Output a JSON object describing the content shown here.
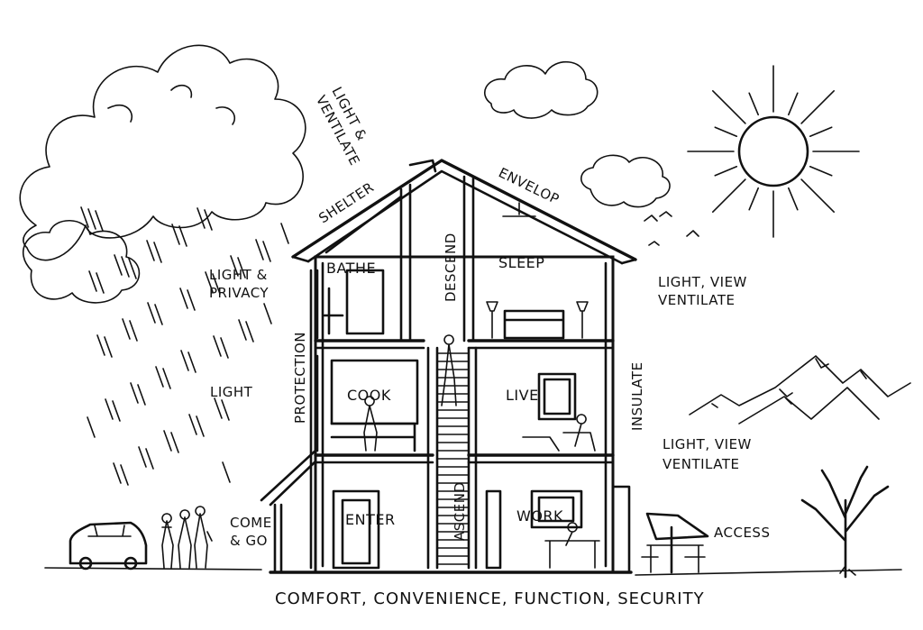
{
  "labels": {
    "light_ventilate_line1": "LIGHT &",
    "light_ventilate_line2": "VENTILATE",
    "shelter": "SHELTER",
    "envelop": "ENVELOP",
    "descend": "DESCEND",
    "bathe": "BATHE",
    "sleep": "SLEEP",
    "light_privacy_line1": "LIGHT &",
    "light_privacy_line2": "PRIVACY",
    "light_view_top_line1": "LIGHT, VIEW",
    "light_view_top_line2": "VENTILATE",
    "protection": "PROTECTION",
    "light": "LIGHT",
    "cook": "COOK",
    "live": "LIVE",
    "insulate": "INSULATE",
    "light_view_bottom_line1": "LIGHT, VIEW",
    "light_view_bottom_line2": "VENTILATE",
    "come_go_line1": "COME",
    "come_go_line2": "& GO",
    "enter": "ENTER",
    "ascend": "ASCEND",
    "work": "WORK",
    "access": "ACCESS",
    "caption": "COMFORT, CONVENIENCE, FUNCTION, SECURITY"
  },
  "icons": [
    "tree-cloud",
    "cloud",
    "sun",
    "rain",
    "car",
    "people",
    "mountains",
    "bare-tree",
    "patio-umbrella",
    "birds",
    "ceiling-fan"
  ]
}
